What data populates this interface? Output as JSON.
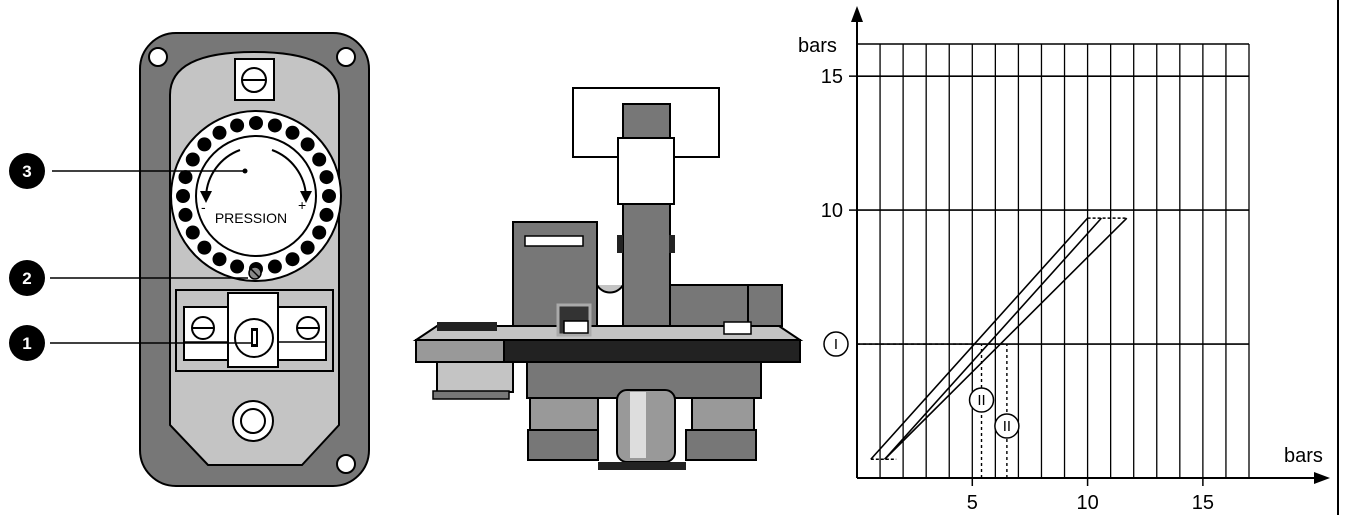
{
  "panel": {
    "callouts": [
      {
        "id": "3",
        "label": "3"
      },
      {
        "id": "2",
        "label": "2"
      },
      {
        "id": "1",
        "label": "1"
      }
    ],
    "dial": {
      "label": "PRESSION",
      "minus": "-",
      "plus": "+"
    }
  },
  "chart_data": {
    "type": "line",
    "x_axis_label": "bars",
    "y_axis_label": "bars",
    "x_ticks": [
      "5",
      "10",
      "15"
    ],
    "y_ticks": [
      "15",
      "10"
    ],
    "xlim": [
      0,
      17
    ],
    "ylim": [
      0,
      16.2
    ],
    "grid": true,
    "markers": [
      {
        "label": "I",
        "axis": "y",
        "value": 5
      },
      {
        "label": "II",
        "axis": "x",
        "value": 5.4
      },
      {
        "label": "II",
        "axis": "x",
        "value": 6.5
      }
    ],
    "series": [
      {
        "points": [
          [
            0.6,
            0.7
          ],
          [
            10.0,
            9.7
          ]
        ]
      },
      {
        "points": [
          [
            1.2,
            0.7
          ],
          [
            10.6,
            9.7
          ]
        ]
      },
      {
        "points": [
          [
            1.2,
            0.7
          ],
          [
            11.7,
            9.7
          ]
        ]
      }
    ],
    "caps": [
      {
        "points": [
          [
            0.6,
            0.7
          ],
          [
            1.7,
            0.7
          ]
        ]
      },
      {
        "points": [
          [
            10.0,
            9.7
          ],
          [
            11.7,
            9.7
          ]
        ]
      }
    ],
    "colors": {
      "line": "#000000",
      "housing": "#777777",
      "plate": "#c4c4c4"
    }
  }
}
